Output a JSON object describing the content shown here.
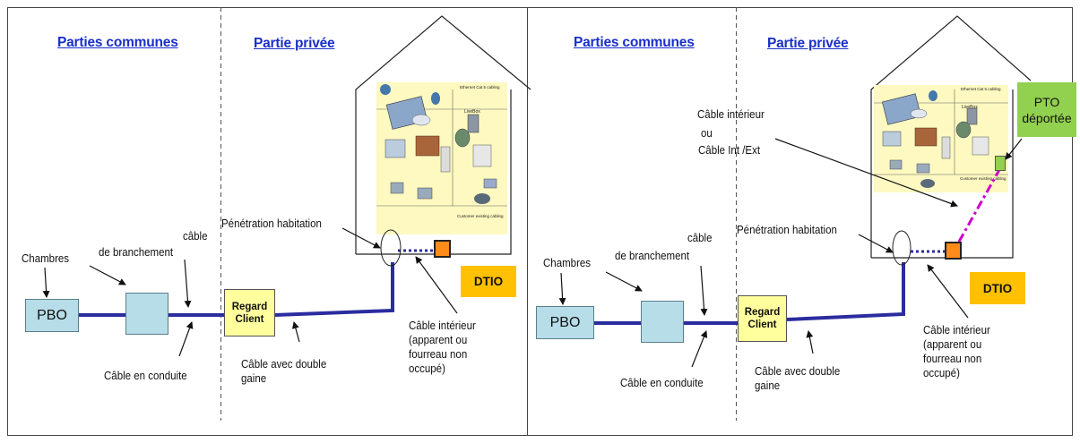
{
  "colors": {
    "heading_blue": "#1a2fc7",
    "cable_navy": "#2b2c9e",
    "pbo_fill": "#b6dde8",
    "regard_fill": "#ffff9e",
    "dtio_fill": "#ffc000",
    "pto_fill": "#92d050",
    "magenta_dash": "#cc00cc"
  },
  "left": {
    "heading_common": "Parties communes",
    "heading_private": "Partie privée",
    "chambres": "Chambres",
    "cable_branchement": [
      "câble",
      "de branchement"
    ],
    "pbo": "PBO",
    "cable_conduite": "Câble en conduite",
    "regard": [
      "Regard",
      "Client"
    ],
    "cable_double": [
      "Câble avec double",
      "gaine"
    ],
    "penetration": "Pénétration habitation",
    "cable_interieur": [
      "Câble intérieur",
      "(apparent ou",
      "fourreau non",
      "occupé)"
    ],
    "dtio": "DTIO"
  },
  "right": {
    "heading_common": "Parties communes",
    "heading_private": "Partie privée",
    "chambres": "Chambres",
    "cable_branchement": [
      "câble",
      "de branchement"
    ],
    "pbo": "PBO",
    "cable_conduite": "Câble en conduite",
    "regard": [
      "Regard",
      "Client"
    ],
    "cable_double": [
      "Câble avec double",
      "gaine"
    ],
    "penetration": "Pénétration habitation",
    "cable_interieur": [
      "Câble intérieur",
      "(apparent ou",
      "fourreau non",
      "occupé)"
    ],
    "dtio": "DTIO",
    "cable_int_ext": [
      "Câble intérieur",
      "ou",
      "Câble Int /Ext"
    ],
    "pto": [
      "PTO",
      "déportée"
    ]
  },
  "picture_labels": [
    "Ethernet Cat 5 cabling",
    "LiveBox",
    "Customer existing cabling"
  ]
}
